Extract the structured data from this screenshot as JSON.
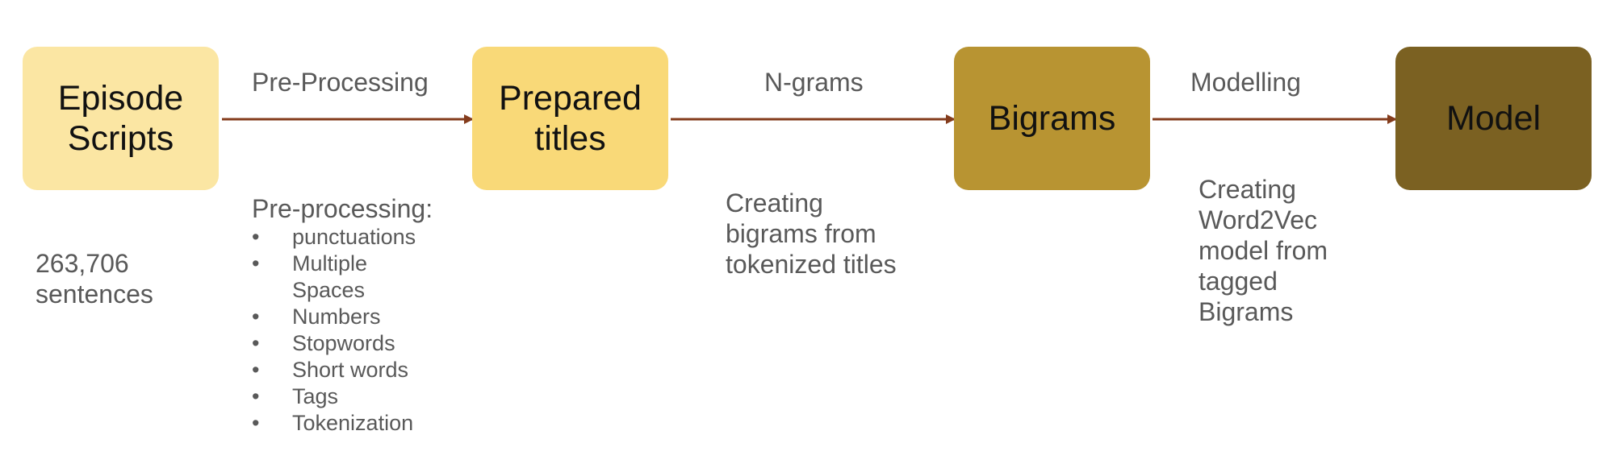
{
  "nodes": [
    {
      "lines": [
        "Episode",
        "Scripts"
      ],
      "color": "#fbe6a3"
    },
    {
      "lines": [
        "Prepared",
        "titles"
      ],
      "color": "#f9d978"
    },
    {
      "lines": [
        "Bigrams"
      ],
      "color": "#b89432"
    },
    {
      "lines": [
        "Model"
      ],
      "color": "#7b6122"
    }
  ],
  "edges": [
    {
      "label": "Pre-Processing"
    },
    {
      "label": "N-grams"
    },
    {
      "label": "Modelling"
    }
  ],
  "arrow_color": "#843c1c",
  "notes": {
    "sentences": [
      "263,706",
      "sentences"
    ],
    "preprocessing_title": "Pre-processing:",
    "preprocessing_items": [
      [
        "punctuations"
      ],
      [
        "Multiple",
        "Spaces"
      ],
      [
        "Numbers"
      ],
      [
        "Stopwords"
      ],
      [
        "Short words"
      ],
      [
        "Tags"
      ],
      [
        "Tokenization"
      ]
    ],
    "bigrams": [
      "Creating",
      "bigrams from",
      "tokenized titles"
    ],
    "word2vec": [
      "Creating",
      "Word2Vec",
      "model from",
      "tagged",
      "Bigrams"
    ]
  }
}
